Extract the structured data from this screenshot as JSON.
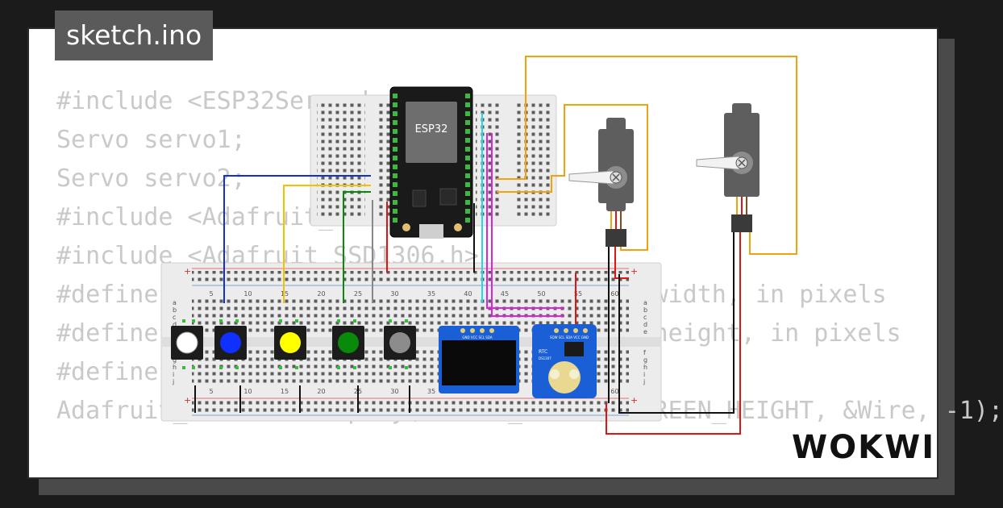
{
  "title": "sketch.ino",
  "code_lines": [
    "#include <ESP32Servo.h>",
    "Servo servo1;",
    "Servo servo2;",
    "",
    "#include <Adafruit_GFX.h>",
    "#include <Adafruit_SSD1306.h>",
    "#define SCREEN_WIDTH 128 // OLED display width, in pixels",
    "#define SCREEN_HEIGHT 64 // OLED display height, in pixels",
    "#define OLED_RESET -1",
    "Adafruit_SSD1306 display(SCREEN_WIDTH, SCREEN_HEIGHT, &Wire, -1);"
  ],
  "board_label": "ESP32",
  "breadboard_numbers": [
    "5",
    "10",
    "15",
    "20",
    "25",
    "30",
    "35",
    "40",
    "45",
    "50",
    "55",
    "60"
  ],
  "breadboard_rows_top": [
    "a",
    "b",
    "c",
    "d",
    "e"
  ],
  "breadboard_rows_bottom": [
    "f",
    "g",
    "h",
    "i",
    "j"
  ],
  "oled_pin_label": "GND VCC SCL SDA",
  "rtc_label": "RTC",
  "rtc_chip_label": "DS1307",
  "rtc_pin_label": "SQW SCL SDA VCC GND",
  "logo_text": "WOKWI",
  "colors": {
    "button_white": "#ffffff",
    "button_blue": "#1030ff",
    "button_yellow": "#ffff00",
    "button_green": "#0a8a0a",
    "button_gray": "#8c8c8c",
    "rtc_board": "#1a5fd6",
    "oled_board": "#1a5fd6",
    "wire_orange": "#f2a20c",
    "wire_red": "#e01414",
    "wire_black": "#111111"
  }
}
